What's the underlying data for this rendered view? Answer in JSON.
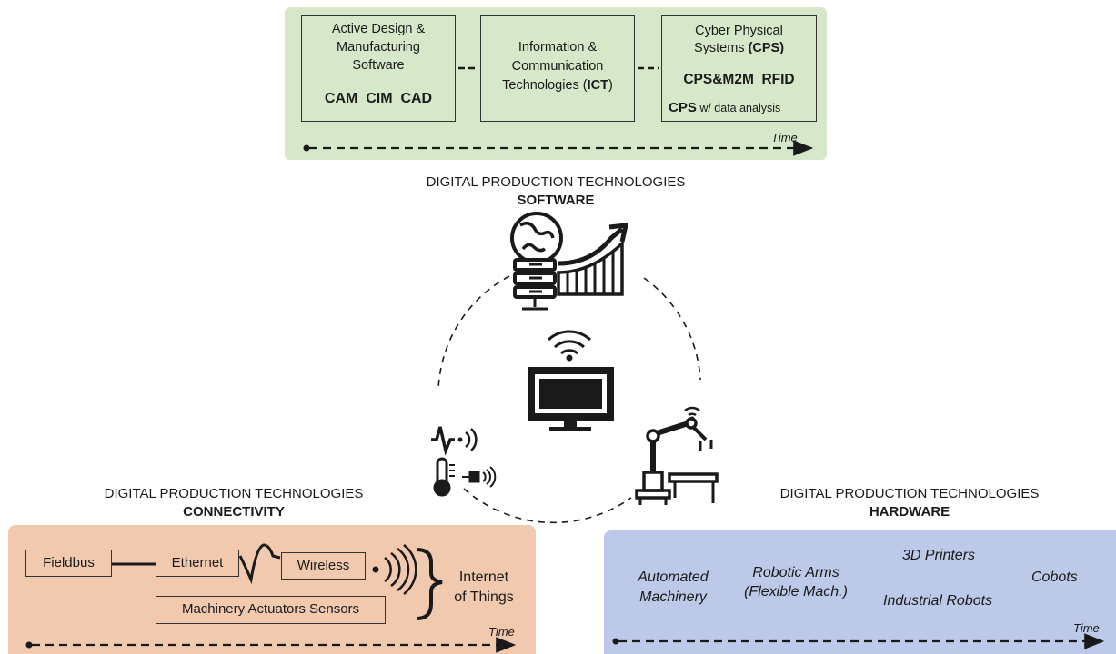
{
  "colors": {
    "software_panel": "#d6e8c9",
    "connectivity_panel": "#f0c9ae",
    "hardware_panel": "#bcc9e8",
    "line": "#1a1a1a"
  },
  "software": {
    "box1": {
      "line1": "Active Design &",
      "line2": "Manufacturing",
      "line3": "Software",
      "items": "CAM  CIM  CAD"
    },
    "box2": {
      "line1": "Information &",
      "line2": "Communication",
      "line3_prefix": "Technologies (",
      "line3_bold": "ICT",
      "line3_suffix": ")"
    },
    "box3": {
      "line1": "Cyber Physical",
      "line2_prefix": "Systems ",
      "line2_bold": "(CPS)",
      "line3": "CPS&M2M  RFID",
      "line4_bold": "CPS",
      "line4_rest": " w/ data analysis"
    },
    "time": "Time",
    "caption_line1": "DIGITAL PRODUCTION TECHNOLOGIES",
    "caption_line2": "SOFTWARE"
  },
  "connectivity": {
    "caption_line1": "DIGITAL PRODUCTION TECHNOLOGIES",
    "caption_line2": "CONNECTIVITY",
    "fieldbus": "Fieldbus",
    "ethernet": "Ethernet",
    "wireless": "Wireless",
    "machinery": "Machinery Actuators Sensors",
    "iot_line1": "Internet",
    "iot_line2": "of Things",
    "time": "Time"
  },
  "hardware": {
    "caption_line1": "DIGITAL PRODUCTION TECHNOLOGIES",
    "caption_line2": "HARDWARE",
    "automated_line1": "Automated",
    "automated_line2": "Machinery",
    "robotic_line1": "Robotic Arms",
    "robotic_line2": "(Flexible Mach.)",
    "printers": "3D Printers",
    "industrial": "Industrial Robots",
    "cobots": "Cobots",
    "time": "Time"
  },
  "icons": [
    "globe-server-icon",
    "growth-chart-icon",
    "wifi-icon",
    "monitor-icon",
    "heartbeat-signal-icon",
    "thermometer-icon",
    "sound-sensor-icon",
    "robotic-arm-icon"
  ]
}
